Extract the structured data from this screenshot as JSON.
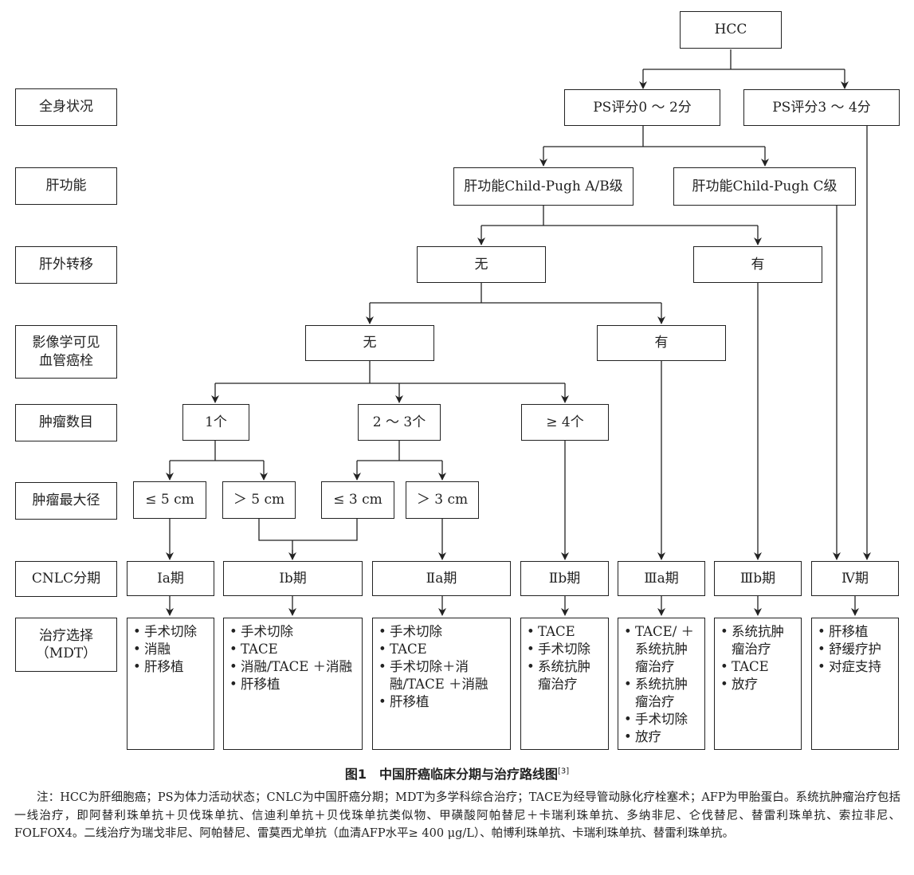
{
  "rows": {
    "general": "全身状况",
    "liver_function": "肝功能",
    "extrahepatic": "肝外转移",
    "vascular": "影像学可见\n血管癌栓",
    "tumor_count": "肿瘤数目",
    "tumor_size": "肿瘤最大径",
    "cnlc": "CNLC分期",
    "treatment": "治疗选择\n（MDT）"
  },
  "nodes": {
    "hcc": "HCC",
    "ps_0_2": "PS评分0 ～ 2分",
    "ps_3_4": "PS评分3 ～ 4分",
    "childpugh_ab": "肝功能Child-Pugh A/B级",
    "childpugh_c": "肝功能Child-Pugh C级",
    "extra_no": "无",
    "extra_yes": "有",
    "vasc_no": "无",
    "vasc_yes": "有",
    "count_1": "1个",
    "count_2_3": "2 ～ 3个",
    "count_4": "≥ 4个",
    "size_le5": "≤ 5 cm",
    "size_gt5": "＞ 5 cm",
    "size_le3": "≤ 3 cm",
    "size_gt3": "＞ 3 cm",
    "stage_ia": "Ⅰa期",
    "stage_ib": "Ⅰb期",
    "stage_iia": "Ⅱa期",
    "stage_iib": "Ⅱb期",
    "stage_iiia": "Ⅲa期",
    "stage_iiib": "Ⅲb期",
    "stage_iv": "Ⅳ期"
  },
  "treatments": {
    "ia": [
      "手术切除",
      "消融",
      "肝移植"
    ],
    "ib": [
      "手术切除",
      "TACE",
      "消融/TACE ＋消融",
      "肝移植"
    ],
    "iia": [
      "手术切除",
      "TACE",
      "手术切除＋消融/TACE ＋消融",
      "肝移植"
    ],
    "iib": [
      "TACE",
      "手术切除",
      "系统抗肿瘤治疗"
    ],
    "iiia": [
      "TACE/ ＋系统抗肿瘤治疗",
      "系统抗肿瘤治疗",
      "手术切除",
      "放疗"
    ],
    "iiib": [
      "系统抗肿瘤治疗",
      "TACE",
      "放疗"
    ],
    "iv": [
      "肝移植",
      "舒缓疗护",
      "对症支持"
    ]
  },
  "caption": {
    "label": "图1　中国肝癌临床分期与治疗路线图",
    "ref": "[3]"
  },
  "note": "注：HCC为肝细胞癌；PS为体力活动状态；CNLC为中国肝癌分期；MDT为多学科综合治疗；TACE为经导管动脉化疗栓塞术；AFP为甲胎蛋白。系统抗肿瘤治疗包括一线治疗，即阿替利珠单抗＋贝伐珠单抗、信迪利单抗＋贝伐珠单抗类似物、甲磺酸阿帕替尼＋卡瑞利珠单抗、多纳非尼、仑伐替尼、替雷利珠单抗、索拉非尼、FOLFOX4。二线治疗为瑞戈非尼、阿帕替尼、雷莫西尤单抗（血清AFP水平≥ 400 μg/L）、帕博利珠单抗、卡瑞利珠单抗、替雷利珠单抗。"
}
